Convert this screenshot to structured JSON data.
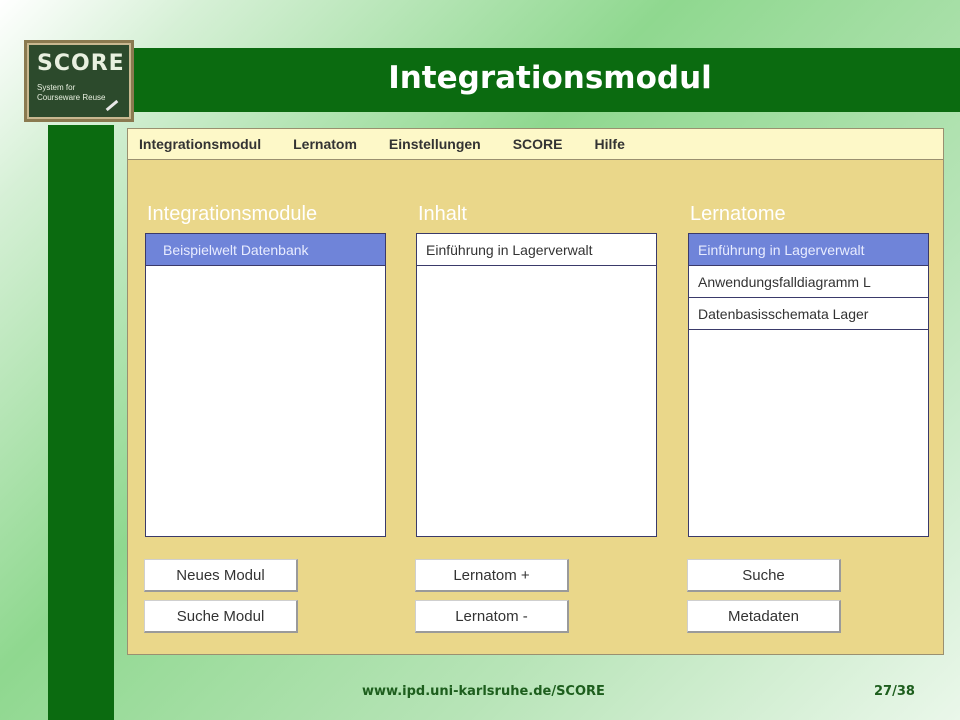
{
  "slide": {
    "title": "Integrationsmodul",
    "footer_url": "www.ipd.uni-karlsruhe.de/SCORE",
    "page": "27/38"
  },
  "logo": {
    "word": "SCORE",
    "subtitle": "System for Courseware Reuse"
  },
  "menu": [
    "Integrationsmodul",
    "Lernatom",
    "Einstellungen",
    "SCORE",
    "Hilfe"
  ],
  "columns": {
    "integrationsmodule": {
      "heading": "Integrationsmodule",
      "items": [
        "Beispielwelt Datenbank"
      ]
    },
    "inhalt": {
      "heading": "Inhalt",
      "items": [
        "Einführung in Lagerverwalt"
      ]
    },
    "lernatome": {
      "heading": "Lernatome",
      "items": [
        "Einführung in Lagerverwalt",
        "Anwendungsfalldiagramm L",
        "Datenbasisschemata Lager"
      ]
    }
  },
  "buttons": {
    "neues_modul": "Neues Modul",
    "suche_modul": "Suche Modul",
    "lernatom_plus": "Lernatom +",
    "lernatom_minus": "Lernatom -",
    "suche": "Suche",
    "metadaten": "Metadaten"
  },
  "colors": {
    "dark_green": "#0b6b10",
    "panel": "#ead78a",
    "selection": "#6f84d9"
  }
}
